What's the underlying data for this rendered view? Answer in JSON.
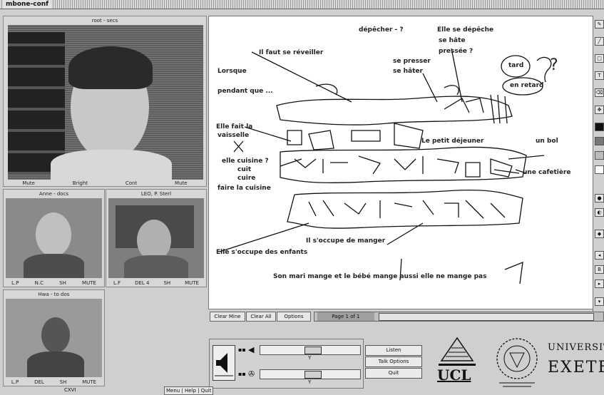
{
  "window": {
    "title": "mbone-conf"
  },
  "videos": {
    "main": {
      "name": "root - secs",
      "controls": [
        "Mute",
        "Bright",
        "Cont",
        "Mute"
      ]
    },
    "left": {
      "name": "Anne - docs",
      "controls": [
        "L.P",
        "N.C",
        "SH",
        "MUTE"
      ]
    },
    "right": {
      "name": "LEO, P. Sterl",
      "controls": [
        "L.F",
        "DEL 4",
        "SH",
        "MUTE"
      ]
    },
    "bottom": {
      "name": "Hwa - to dos",
      "controls": [
        "L.P",
        "DEL",
        "SH",
        "MUTE"
      ]
    },
    "footer": "CXVI"
  },
  "whiteboard": {
    "texts": [
      "dépêcher - ?",
      "Elle se dépêche",
      "se hâte",
      "pressée ?",
      "Il faut se réveiller",
      "se presser",
      "se hâter",
      "Lorsque",
      "pendant que ...",
      "tard",
      "en retard",
      "?",
      "Elle fait la",
      "vaisselle",
      "Le petit déjeuner",
      "un bol",
      "elle cuisine ?",
      "cuit",
      "cuire",
      "faire la cuisine",
      "une cafetière",
      "Il s'occupe de manger",
      "Elle s'occupe des enfants",
      "Son mari mange et le bébé mange aussi elle ne mange pas"
    ],
    "buttons": [
      "Clear Mine",
      "Clear All",
      "Options",
      "Page 1 of 1"
    ]
  },
  "audio": {
    "speaker_value": "Y",
    "mic_value": "Y",
    "buttons": [
      "Listen",
      "Talk Options",
      "Quit"
    ]
  },
  "logos": {
    "ucl": "UCL",
    "exeter_top": "UNIVERSITY",
    "exeter_bottom": "EXETER"
  },
  "statusbar": {
    "left": "CXVI",
    "right": "Menu | Help | Quit"
  },
  "colors": {
    "background": "#cfcfcf",
    "whiteboard": "#ffffff"
  }
}
